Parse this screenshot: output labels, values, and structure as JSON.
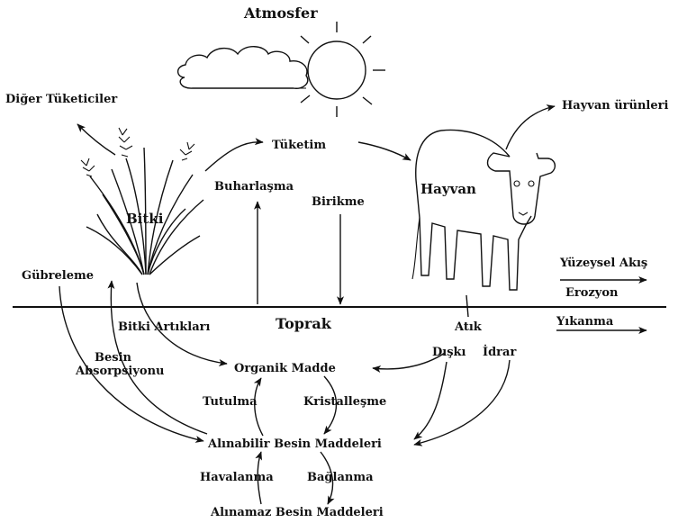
{
  "labels": {
    "atmosphere": "Atmosfer",
    "other_consumers": "Diğer Tüketiciler",
    "animal_products": "Hayvan ürünleri",
    "consumption": "Tüketim",
    "plant": "Bitki",
    "animal": "Hayvan",
    "evaporation": "Buharlaşma",
    "deposition": "Birikme",
    "fertilization": "Gübreleme",
    "surface_runoff": "Yüzeysel Akış",
    "erosion": "Erozyon",
    "soil": "Toprak",
    "plant_residues": "Bitki Artıkları",
    "waste": "Atık",
    "leaching": "Yıkanma",
    "nutrient_absorption_line1": "Besin",
    "nutrient_absorption_line2": "Absorpsiyonu",
    "feces": "Dışkı",
    "urine": "İdrar",
    "organic_matter": "Organik Madde",
    "retention": "Tutulma",
    "crystallization": "Kristalleşme",
    "available_nutrients": "Alınabilir Besin Maddeleri",
    "aeration": "Havalanma",
    "binding": "Bağlanma",
    "unavailable_nutrients": "Alınamaz Besin Maddeleri"
  }
}
